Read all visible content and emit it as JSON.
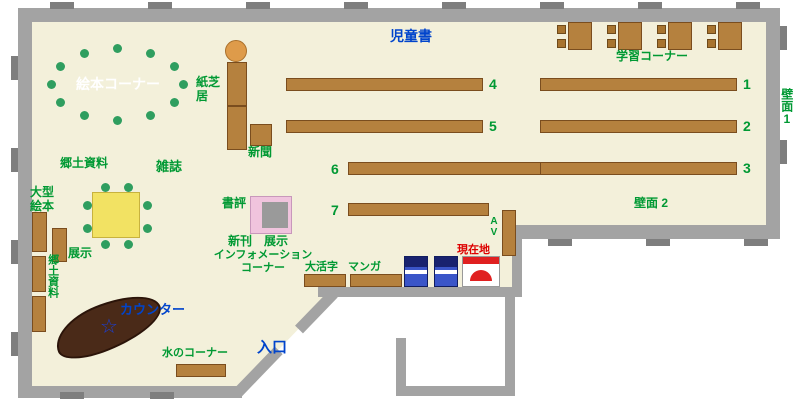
{
  "labels": {
    "childrens_books": "児童書",
    "study_corner": "学習コーナー",
    "picture_book_corner": "絵本コーナー",
    "kamishibai": "紙芝居",
    "newspaper": "新聞",
    "local_materials_upper": "郷土資料",
    "magazines": "雑誌",
    "large_picture_books": "大型絵本",
    "display_left": "展示",
    "local_materials_side": "郷土資料",
    "book_review": "書評",
    "new_arrivals": "新刊",
    "display_center": "展示",
    "information_corner": "インフォメーションコーナー",
    "large_print": "大活字",
    "manga": "マンガ",
    "current_location": "現在地",
    "counter": "カウンター",
    "water_corner": "水のコーナー",
    "entrance": "入口",
    "wall_1": "壁面1",
    "wall_2": "壁面 2",
    "av": "AV"
  },
  "shelf_numbers": [
    "1",
    "2",
    "3",
    "4",
    "5",
    "6",
    "7"
  ],
  "icons": {
    "star": "☆"
  },
  "colors": {
    "floor": "#f3f0da",
    "wall": "#a3a3a3",
    "wall_pillar": "#7e7e7e",
    "shelf": "#b5813e",
    "counter": "#4a2a18",
    "label_green": "#009933",
    "label_blue": "#0044cc",
    "label_red": "#dd0000",
    "table_yellow": "#f2e263",
    "chair_green": "#2f9e5f",
    "terminal_blue": "#3a55c8",
    "display_pink": "#f0c4dd"
  }
}
